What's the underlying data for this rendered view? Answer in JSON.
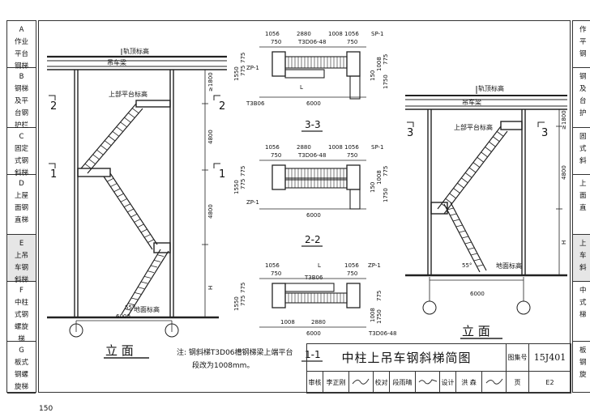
{
  "sidebar_left": [
    {
      "letter": "A",
      "lines": [
        "作业",
        "平台",
        "钢梯"
      ],
      "active": false
    },
    {
      "letter": "B",
      "lines": [
        "钢梯",
        "及平",
        "台钢",
        "护栏"
      ],
      "active": false
    },
    {
      "letter": "C",
      "lines": [
        "固定",
        "式钢",
        "斜梯"
      ],
      "active": false
    },
    {
      "letter": "D",
      "lines": [
        "上屋",
        "面钢",
        "直梯"
      ],
      "active": false
    },
    {
      "letter": "E",
      "lines": [
        "上吊",
        "车钢",
        "斜梯"
      ],
      "active": true
    },
    {
      "letter": "F",
      "lines": [
        "中柱",
        "式钢",
        "螺旋",
        "梯"
      ],
      "active": false
    },
    {
      "letter": "G",
      "lines": [
        "板式",
        "钢螺",
        "旋梯"
      ],
      "active": false
    }
  ],
  "sidebar_right": [
    {
      "lines": [
        "作",
        "平",
        "钢"
      ],
      "active": false
    },
    {
      "lines": [
        "钢",
        "及",
        "台",
        "护"
      ],
      "active": false
    },
    {
      "lines": [
        "固",
        "式",
        "斜"
      ],
      "active": false
    },
    {
      "lines": [
        "上",
        "面",
        "直"
      ],
      "active": false
    },
    {
      "lines": [
        "上",
        "车",
        "斜"
      ],
      "active": true
    },
    {
      "lines": [
        "中",
        "式",
        "梯"
      ],
      "active": false
    },
    {
      "lines": [
        "板",
        "钢",
        "旋"
      ],
      "active": false
    }
  ],
  "left_elevation": {
    "rail_top": "轨顶标高",
    "crane_beam": "吊车梁",
    "upper_platform": "上部平台标高",
    "ground": "地面标高",
    "dims": [
      "≥1800",
      "4800",
      "4800",
      "H"
    ],
    "span": "6000",
    "angle": "55°",
    "cut2": "2",
    "cut1": "1",
    "title": "立 面"
  },
  "right_elevation": {
    "rail_top": "轨顶标高",
    "crane_beam": "吊车梁",
    "upper_platform": "上部平台标高",
    "ground": "地面标高",
    "dims": [
      "≥1800",
      "4800",
      "H"
    ],
    "span": "6000",
    "angle": "55°",
    "cut3": "3",
    "title": "立 面"
  },
  "plan_33": {
    "title": "3-3",
    "top_dims": [
      "1056",
      "2880",
      "1008",
      "1056"
    ],
    "sub750a": "750",
    "sub750b": "750",
    "beam": "T3D06-48",
    "sp": "SP-1",
    "zp": "ZP-1",
    "t3b": "T3B06",
    "l": "L",
    "span": "6000",
    "left_dims": [
      "1550",
      "775",
      "775"
    ],
    "right_dims": [
      "150",
      "1008",
      "1750",
      "775"
    ]
  },
  "plan_22": {
    "title": "2-2",
    "top_dims": [
      "1056",
      "2880",
      "1008",
      "1056"
    ],
    "sub750a": "750",
    "sub750b": "750",
    "beam": "T3D06-48",
    "sp": "SP-1",
    "zp": "ZP-1",
    "span": "6000",
    "left_dims": [
      "1550",
      "775",
      "775"
    ],
    "right_dims": [
      "150",
      "1008",
      "1750",
      "775"
    ]
  },
  "plan_11": {
    "title": "1-1",
    "top_dims": [
      "1056",
      "L",
      "1056"
    ],
    "sub750a": "750",
    "sub750b": "750",
    "t3b": "T3B06",
    "zp": "ZP-1",
    "bottom_dims": [
      "1008",
      "2880"
    ],
    "span": "6000",
    "beam": "T3D06-48",
    "left_dims": [
      "1550",
      "775",
      "775"
    ],
    "right_dims": [
      "1008",
      "1750",
      "775"
    ]
  },
  "note": {
    "label": "注:",
    "line1": "钢斜梯T3D06槽钢梯梁上端平台",
    "line2": "段改为1008mm。"
  },
  "title_block": {
    "title": "中柱上吊车钢斜梯简图",
    "atlas_label": "图集号",
    "atlas_no": "15J401",
    "review": "审核",
    "reviewer": "李正刚",
    "check": "校对",
    "checker": "段雨晴",
    "design": "设计",
    "designer": "洪 森",
    "page_label": "页",
    "page_no": "E2"
  },
  "page_number": "150"
}
